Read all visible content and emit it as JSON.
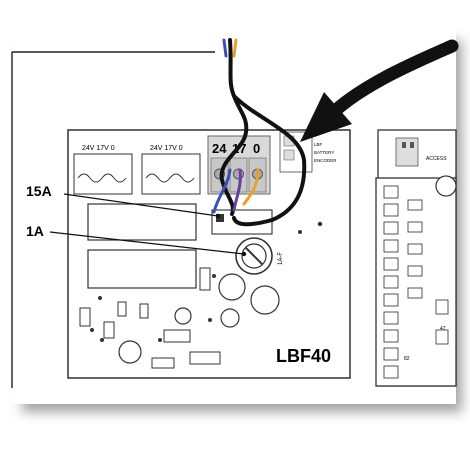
{
  "diagram": {
    "callouts": [
      {
        "id": "fuse-15a",
        "label": "15A"
      },
      {
        "id": "fuse-1a",
        "label": "1A"
      }
    ],
    "board_title": "LBF40",
    "transformer_labels": [
      {
        "voltages": "24V 17V  0"
      },
      {
        "voltages": "24V 17V  0"
      }
    ],
    "terminal_block": {
      "values": [
        "24",
        "17",
        "0"
      ]
    },
    "side_labels": {
      "line1": "LBF",
      "line2": "BATTERY",
      "line3": "ENCODER"
    },
    "fuse_tag": "1A-F",
    "right_board": {
      "label": "ACCESS",
      "numbers": [
        "47",
        "82"
      ]
    },
    "wire_colors": {
      "black": "#111111",
      "blue": "#3a4fb6",
      "orange": "#e8a228",
      "purple": "#6a3fa0"
    },
    "icons": [
      "arrow-icon"
    ]
  }
}
